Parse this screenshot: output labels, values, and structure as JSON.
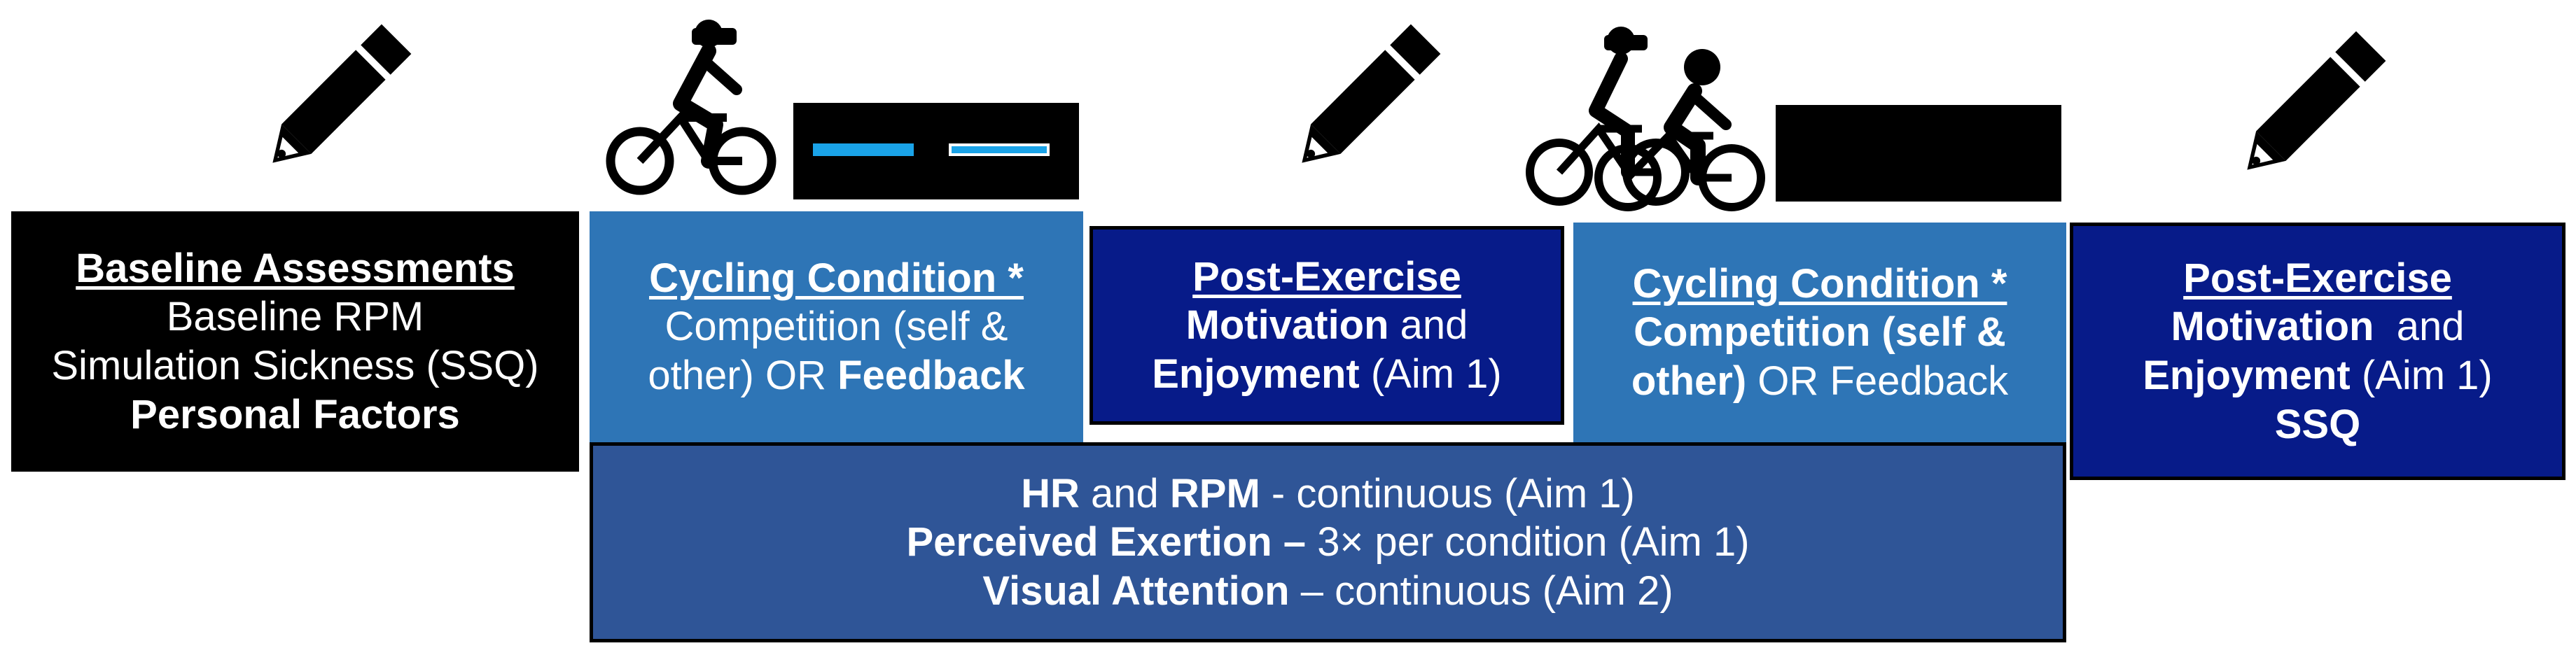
{
  "colors": {
    "black": "#000000",
    "cycling_blue": "#2e75b6",
    "post_navy": "#071b89",
    "measures_blue": "#2f5597",
    "progress_cyan": "#1aa3e8",
    "white": "#ffffff"
  },
  "icons": {
    "pencil": "pencil-icon",
    "vr_cyclist": "vr-cyclist-icon",
    "two_cyclists": "two-cyclists-icon",
    "progress_display": "progress-bars-display"
  },
  "baseline": {
    "title": "Baseline Assessments",
    "line1": "Baseline RPM",
    "line2": "Simulation Sickness (SSQ)",
    "line3": "Personal Factors"
  },
  "cycling1": {
    "title": "Cycling Condition *",
    "line1": "Competition (self &",
    "line2_a": "other) OR ",
    "line2_b": "Feedback"
  },
  "post1": {
    "title": "Post-Exercise",
    "line1_a": "Motivation",
    "line1_b": " and",
    "line2_a": "Enjoyment",
    "line2_b": " (Aim 1)"
  },
  "cycling2": {
    "title": "Cycling Condition *",
    "line1": "Competition (self &",
    "line2_a": "other)",
    "line2_b": " OR Feedback"
  },
  "post2": {
    "title": "Post-Exercise",
    "line1_a": "Motivation ",
    "line1_b": " and",
    "line2_a": "Enjoyment",
    "line2_b": " (Aim 1)",
    "line3": "SSQ"
  },
  "measures": {
    "row1_a": "HR",
    "row1_b": " and ",
    "row1_c": "RPM",
    "row1_d": " - continuous (Aim 1)",
    "row2_a": "Perceived Exertion –",
    "row2_b": " 3× per condition (Aim 1)",
    "row3_a": "Visual Attention",
    "row3_b": " – continuous (Aim 2)"
  }
}
